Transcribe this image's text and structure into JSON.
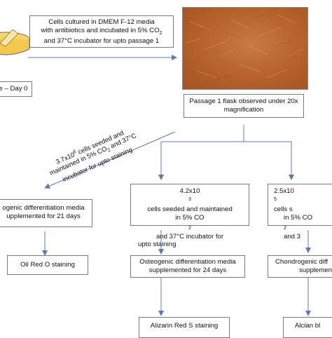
{
  "colors": {
    "connector": "#5b7bb5",
    "box_border": "#7a7a7a",
    "flask": "#b8652f",
    "dish": "#f2c94c"
  },
  "icons": {
    "dish": "petri-dish-icon",
    "flask": "passage-1-flask-image"
  },
  "nodes": {
    "day0": {
      "text": "e – Day 0"
    },
    "culture": {
      "line1": "Cells cultured in  DMEM F-12  media",
      "line2": "with antibiotics and incubated in 5% CO",
      "line2_sub": "2",
      "line3": "and 37°C incubator for upto passage 1"
    },
    "passage1": {
      "line1": "Passage 1 flask  observed under 20x",
      "line2": "magnification"
    },
    "adipo_seed": {
      "line1_pre": "3.7x10",
      "line1_sup": "6",
      "line1_post": " cells seeded and",
      "line2_pre": "maintained in 5% CO",
      "line2_sub": "2",
      "line2_post": " and 37°C",
      "line3": "incubator for upto staining"
    },
    "adipo_media": {
      "line1": "ogenic differentiation media",
      "line2": "upplemented for 21 days"
    },
    "adipo_stain": {
      "text": "Oil Red O staining"
    },
    "osteo_seed": {
      "line1_pre": "4.2x10",
      "line1_sup": "3",
      "line1_post": " cells seeded and maintained",
      "line2_pre": "in 5% CO",
      "line2_sub": "2",
      "line2_post": " and 37°C incubator for",
      "line3": "upto staining"
    },
    "osteo_media": {
      "line1": "Osteogenic differentiation media",
      "line2": "supplemented for 24 days"
    },
    "osteo_stain": {
      "text": "Alizarin Red S staining"
    },
    "chondro_seed": {
      "line1_pre": "2.5x10",
      "line1_sup": "5",
      "line1_post": " cells s",
      "line2_pre": "in 5% CO",
      "line2_sub": "2",
      "line2_post": " and 3"
    },
    "chondro_media": {
      "line1": "Chondrogenic diff",
      "line2": "supplemente"
    },
    "chondro_stain": {
      "text": "Alcian bl"
    }
  }
}
